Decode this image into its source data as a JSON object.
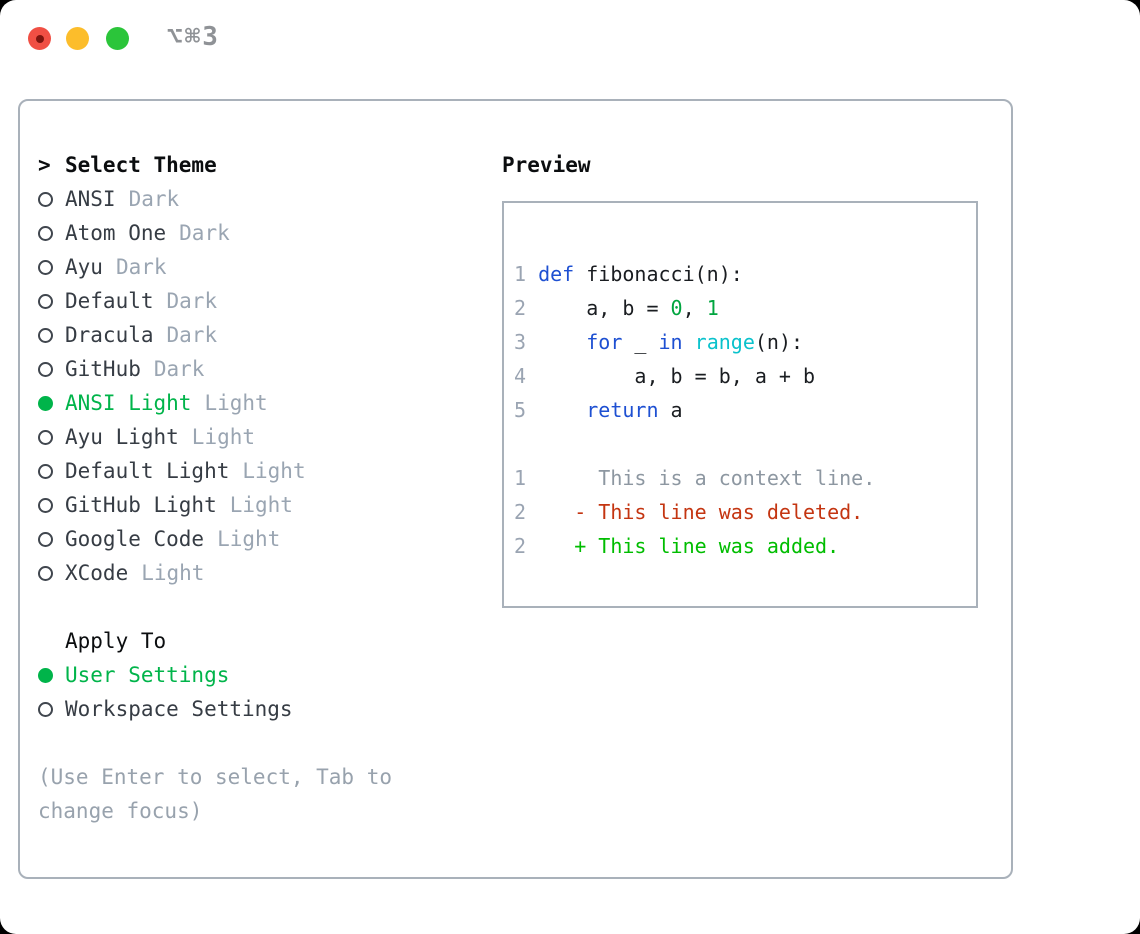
{
  "window": {
    "title": "⌥⌘3",
    "traffic_lights": [
      "close",
      "minimize",
      "zoom"
    ]
  },
  "theme_picker": {
    "cursor": ">",
    "header": "Select Theme",
    "items": [
      {
        "name": "ANSI",
        "variant": "Dark",
        "selected": false
      },
      {
        "name": "Atom One",
        "variant": "Dark",
        "selected": false
      },
      {
        "name": "Ayu",
        "variant": "Dark",
        "selected": false
      },
      {
        "name": "Default",
        "variant": "Dark",
        "selected": false
      },
      {
        "name": "Dracula",
        "variant": "Dark",
        "selected": false
      },
      {
        "name": "GitHub",
        "variant": "Dark",
        "selected": false
      },
      {
        "name": "ANSI Light",
        "variant": "Light",
        "selected": true
      },
      {
        "name": "Ayu Light",
        "variant": "Light",
        "selected": false
      },
      {
        "name": "Default Light",
        "variant": "Light",
        "selected": false
      },
      {
        "name": "GitHub Light",
        "variant": "Light",
        "selected": false
      },
      {
        "name": "Google Code",
        "variant": "Light",
        "selected": false
      },
      {
        "name": "XCode",
        "variant": "Light",
        "selected": false
      }
    ],
    "apply_to": {
      "header": "Apply To",
      "options": [
        {
          "label": "User Settings",
          "selected": true
        },
        {
          "label": "Workspace Settings",
          "selected": false
        }
      ]
    },
    "hint": "(Use Enter to select, Tab to change focus)"
  },
  "preview": {
    "header": "Preview",
    "colors": {
      "kw": "#1e50d2",
      "fn": "#0ac2cc",
      "num": "#00a53f",
      "fg": "#1a1d21",
      "ctx": "#8d97a1",
      "del": "#c43511",
      "add": "#00bd00",
      "line_number": "#9aa4b2"
    },
    "lines": [
      {
        "num": "1",
        "tokens": [
          {
            "t": "def",
            "c": "kw"
          },
          {
            "t": " fibonacci(n):",
            "c": "fg"
          }
        ]
      },
      {
        "num": "2",
        "tokens": [
          {
            "t": "    a, b = ",
            "c": "fg"
          },
          {
            "t": "0",
            "c": "num"
          },
          {
            "t": ", ",
            "c": "fg"
          },
          {
            "t": "1",
            "c": "num"
          }
        ]
      },
      {
        "num": "3",
        "tokens": [
          {
            "t": "    ",
            "c": "fg"
          },
          {
            "t": "for",
            "c": "kw"
          },
          {
            "t": " _ ",
            "c": "fg"
          },
          {
            "t": "in",
            "c": "kw"
          },
          {
            "t": " ",
            "c": "fg"
          },
          {
            "t": "range",
            "c": "fn"
          },
          {
            "t": "(n):",
            "c": "fg"
          }
        ]
      },
      {
        "num": "4",
        "tokens": [
          {
            "t": "        a, b = b, a + b",
            "c": "fg"
          }
        ]
      },
      {
        "num": "5",
        "tokens": [
          {
            "t": "    ",
            "c": "fg"
          },
          {
            "t": "return",
            "c": "kw"
          },
          {
            "t": " a",
            "c": "fg"
          }
        ]
      },
      {
        "num": "",
        "tokens": []
      },
      {
        "num": "1",
        "tokens": [
          {
            "t": "     This is a context line.",
            "c": "ctx"
          }
        ]
      },
      {
        "num": "2",
        "tokens": [
          {
            "t": "   - This line was deleted.",
            "c": "del"
          }
        ]
      },
      {
        "num": "2",
        "tokens": [
          {
            "t": "   + This line was added.",
            "c": "add"
          }
        ]
      }
    ]
  }
}
